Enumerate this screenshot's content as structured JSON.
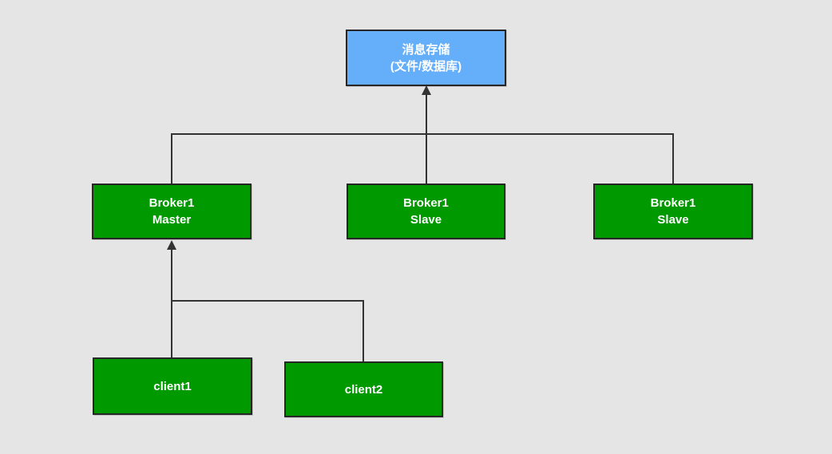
{
  "colors": {
    "background": "#e5e5e5",
    "storage_fill": "#64aefa",
    "broker_fill": "#009a00",
    "border": "#262626",
    "line": "#333333",
    "text": "#ffffff"
  },
  "diagram": {
    "type": "topology-diagram",
    "nodes": {
      "storage": {
        "line1": "消息存储",
        "line2": "(文件/数据库)"
      },
      "master": {
        "line1": "Broker1",
        "line2": "Master"
      },
      "slave1": {
        "line1": "Broker1",
        "line2": "Slave"
      },
      "slave2": {
        "line1": "Broker1",
        "line2": "Slave"
      },
      "client1": {
        "line1": "client1"
      },
      "client2": {
        "line1": "client2"
      }
    },
    "edges": [
      {
        "from": "master",
        "to": "storage",
        "arrow": "to"
      },
      {
        "from": "slave1",
        "to": "storage",
        "arrow": "to"
      },
      {
        "from": "slave2",
        "to": "storage",
        "arrow": "to"
      },
      {
        "from": "client1",
        "to": "master",
        "arrow": "to"
      },
      {
        "from": "client2",
        "to": "master",
        "arrow": "to"
      }
    ]
  }
}
